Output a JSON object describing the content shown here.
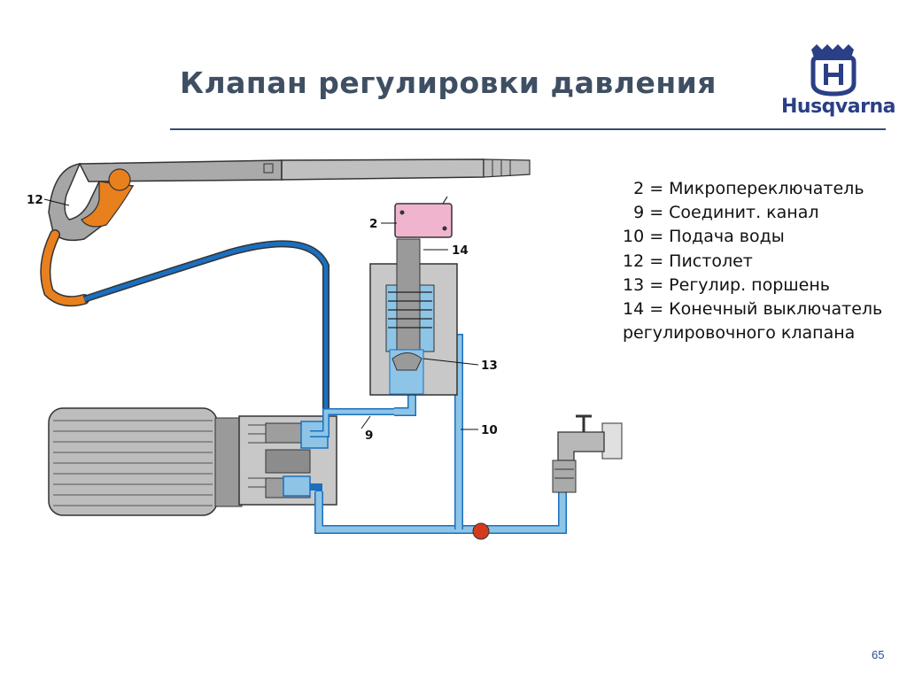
{
  "title": "Клапан регулировки давления",
  "brand": {
    "name": "Husqvarna",
    "color": "#2b3f86",
    "mark_icon": "husqvarna-crown-h-logo"
  },
  "legend": [
    "  2 = Микропереключатель",
    "  9 = Соединит. канал",
    "10 = Подача воды",
    "12 = Пистолет",
    "13 = Регулир. поршень",
    "14 = Конечный выключатель",
    "регулировочного клапана"
  ],
  "callouts": {
    "c2": "2",
    "c9": "9",
    "c10": "10",
    "c12": "12",
    "c13": "13",
    "c14": "14"
  },
  "colors": {
    "water": "#8ec5e6",
    "water_line": "#1a6fc0",
    "machine_grey": "#b2b2b2",
    "gun_orange": "#e8801e",
    "switch_pink": "#f1b4cf",
    "valve_red": "#d43a1c"
  },
  "page_number": "65"
}
